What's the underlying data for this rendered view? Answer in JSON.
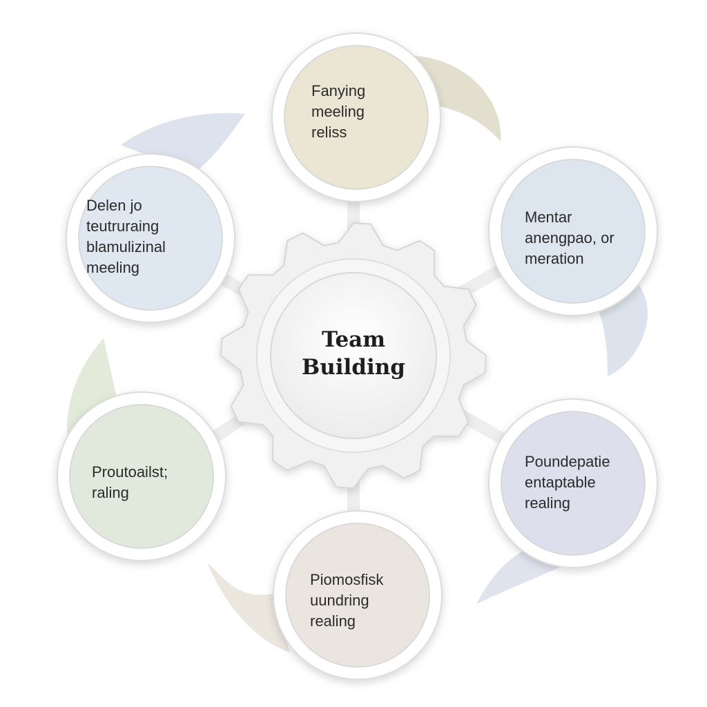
{
  "hub": {
    "title_lines": [
      "Team",
      "Building"
    ]
  },
  "nodes": [
    {
      "id": "top",
      "lines": [
        "Fanying",
        "meeling",
        "reliss"
      ],
      "fill": "#ebe6d4",
      "tail_fill": "#e3dfcf"
    },
    {
      "id": "upper-right",
      "lines": [
        "Mentar",
        "anengpao, or",
        "meration"
      ],
      "fill": "#dde5ee",
      "tail_fill": "#dde3ec"
    },
    {
      "id": "lower-right",
      "lines": [
        "Poundepatie",
        "entaptable",
        "realing"
      ],
      "fill": "#dedfec",
      "tail_fill": "#dfe3ee"
    },
    {
      "id": "bottom",
      "lines": [
        "Piomosfisk",
        "uundring",
        "realing"
      ],
      "fill": "#ebe5df",
      "tail_fill": "#ebe6de"
    },
    {
      "id": "lower-left",
      "lines": [
        "Proutoailst;",
        "raling"
      ],
      "fill": "#e1e9dc",
      "tail_fill": "#e3ead9"
    },
    {
      "id": "upper-left",
      "lines": [
        "Delen jo",
        "teutruraing",
        "blamulizinal",
        "meeling"
      ],
      "fill": "#dfe8f0",
      "tail_fill": "#dde3ee"
    }
  ],
  "colors": {
    "ring": "#ffffff",
    "ring_stroke": "#dcdcdc",
    "gear": "#f1f1f1",
    "gear_stroke": "#d6d6d6",
    "connector": "#eeeeee"
  }
}
